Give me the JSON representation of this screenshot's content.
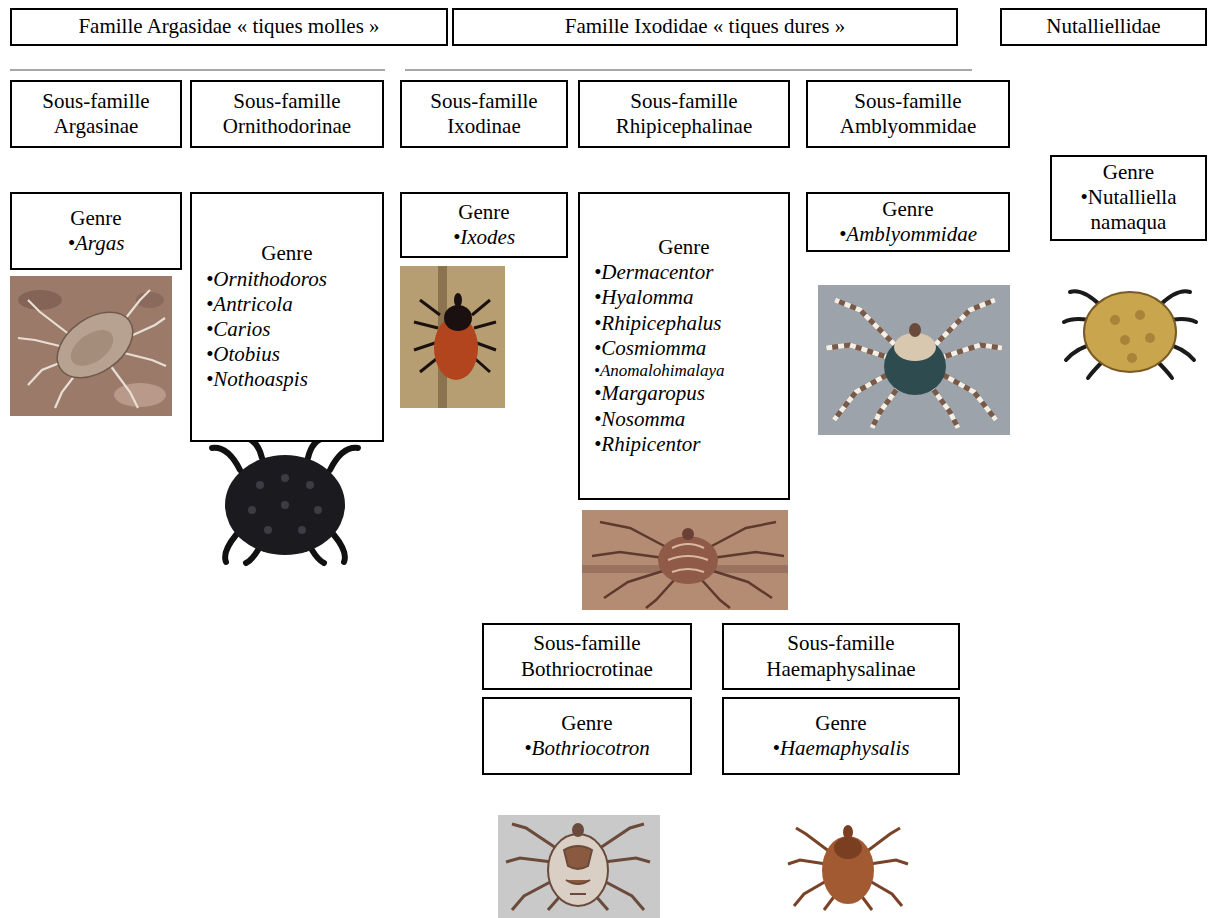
{
  "diagram": {
    "nodes": [
      {
        "text": [
          "Famille Argasidae « tiques molles »"
        ]
      },
      {
        "text": [
          "Famille Ixodidae « tiques dures »"
        ]
      },
      {
        "text": [
          "Nutalliellidae"
        ]
      },
      {
        "text": [
          "Sous-famille Argasinae"
        ]
      },
      {
        "text": [
          "Sous-famille Ornithodorinae"
        ]
      },
      {
        "text": [
          "Sous-famille Ixodinae"
        ]
      },
      {
        "text": [
          "Sous-famille Rhipicephalinae"
        ]
      },
      {
        "text": [
          "Sous-famille Amblyommidae"
        ]
      },
      {
        "text": [
          "Genre",
          "•Nutalliella namaqua"
        ]
      },
      {
        "text": [
          "Genre",
          "•Argas"
        ]
      },
      {
        "text": [
          "Genre",
          "•Ornithodoros",
          "•Antricola",
          "•Carios",
          "•Otobius",
          "•Nothoaspis"
        ]
      },
      {
        "text": [
          "Genre",
          "•Ixodes"
        ]
      },
      {
        "text": [
          "Genre",
          "•Dermacentor",
          "•Hyalomma",
          "•Rhipicephalus",
          "•Cosmiomma",
          "•Anomalohimalaya",
          "•Margaropus",
          "•Nosomma",
          "•Rhipicentor"
        ]
      },
      {
        "text": [
          "Genre",
          "•Amblyommidae"
        ]
      },
      {
        "text": [
          "Sous-famille Bothriocrotinae"
        ]
      },
      {
        "text": [
          "Sous-famille Haemaphysalinae"
        ]
      },
      {
        "text": [
          "Genre",
          "•Bothriocotron"
        ]
      },
      {
        "text": [
          "Genre",
          "•Haemaphysalis"
        ]
      }
    ]
  }
}
